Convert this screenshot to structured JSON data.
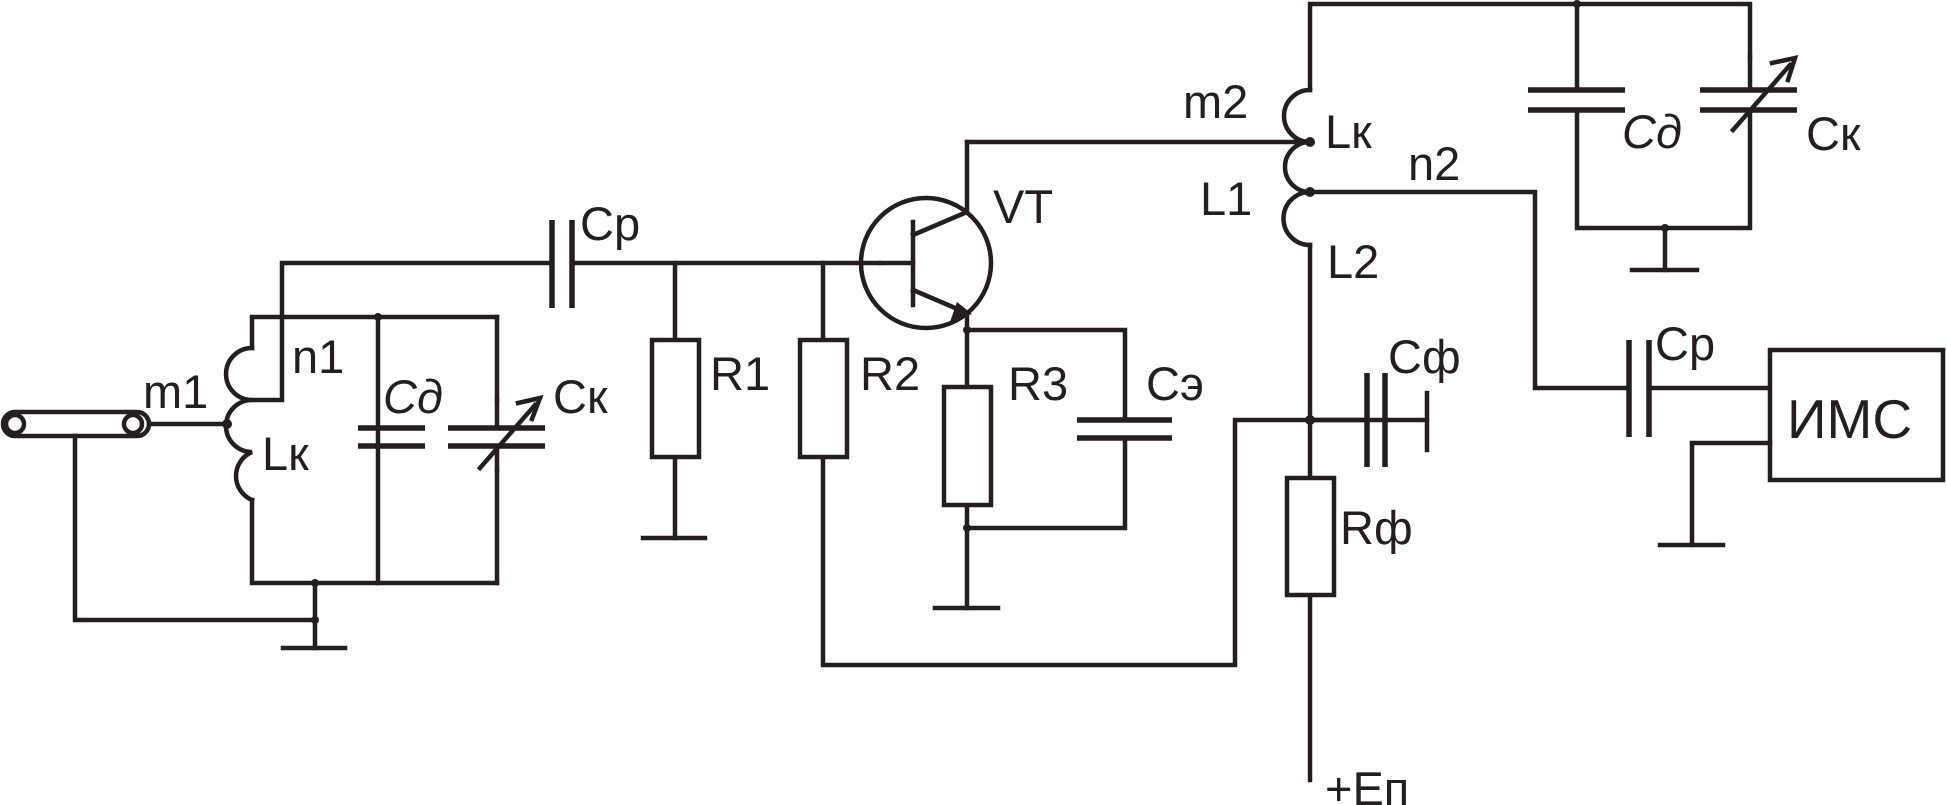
{
  "labels": {
    "m1": "m1",
    "n1": "n1",
    "lk_in": "Lк",
    "cd_in": "Cд",
    "ck_in": "Cк",
    "cp_in": "Cp",
    "r1": "R1",
    "r2": "R2",
    "r3": "R3",
    "ce": "Cэ",
    "vt": "VT",
    "m2": "m2",
    "lk_out": "Lк",
    "n2": "n2",
    "l1": "L1",
    "l2": "L2",
    "cd_out": "Cд",
    "ck_out": "Cк",
    "cf": "Cф",
    "rf": "Rф",
    "cp_out": "Cp",
    "ims": "ИМС",
    "supply": "+Eп"
  },
  "colors": {
    "ink": "#231f20",
    "background": "#ffffff"
  }
}
